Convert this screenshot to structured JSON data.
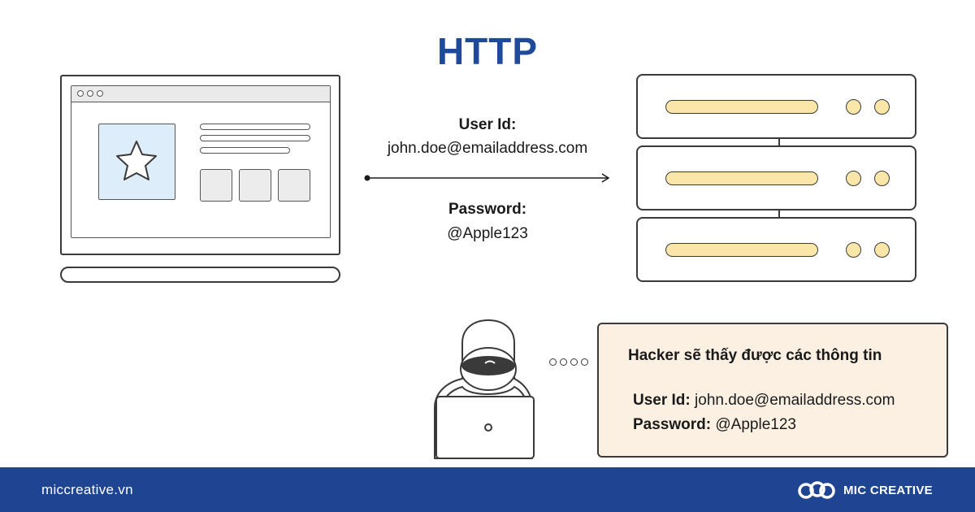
{
  "title": "HTTP",
  "transmission": {
    "user_id_label": "User Id:",
    "user_id_value": "john.doe@emailaddress.com",
    "password_label": "Password:",
    "password_value": "@Apple123"
  },
  "hacker_panel": {
    "heading": "Hacker sẽ thấy được các thông tin",
    "user_id_label": "User Id:",
    "user_id_value": "john.doe@emailaddress.com",
    "password_label": "Password:",
    "password_value": "@Apple123"
  },
  "footer": {
    "website": "miccreative.vn",
    "brand": "MIC CREATIVE"
  },
  "colors": {
    "title": "#1f4a9c",
    "footer_bg": "#1f4592",
    "server_accent": "#f9e6a8",
    "image_placeholder": "#ddeefa",
    "info_panel_bg": "#fcf0e3"
  },
  "icons": {
    "placeholder_image": "star-icon",
    "browser_window": "browser-icon",
    "server": "server-rack-icon",
    "attacker": "hooded-hacker-icon",
    "brand_logo": "mic-logo-icon"
  }
}
